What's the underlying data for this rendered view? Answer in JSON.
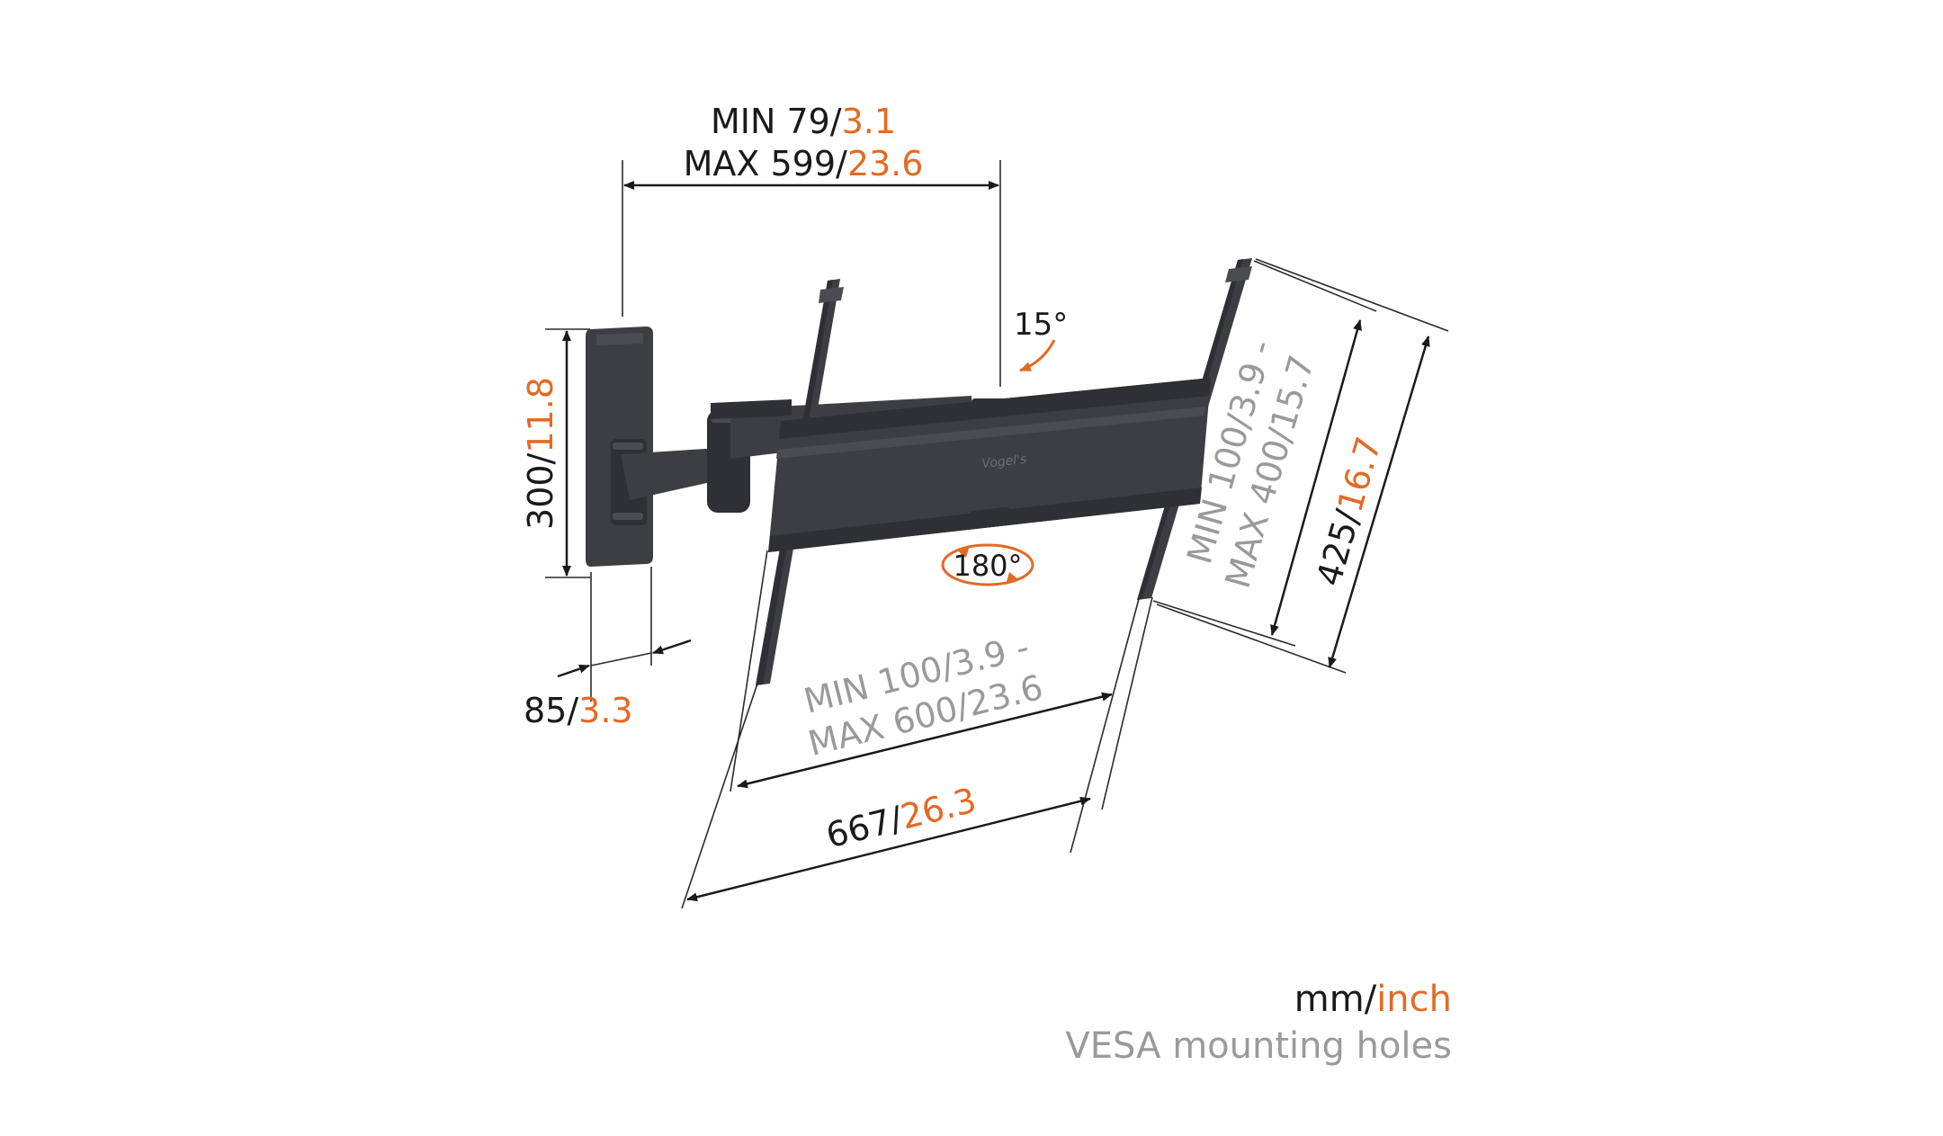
{
  "dimensions": {
    "arm_extension": {
      "line1_prefix": "MIN 79/",
      "line1_inch": "3.1",
      "line2_prefix": "MAX 599/",
      "line2_inch": "23.6"
    },
    "wall_plate_height": {
      "mm": "300/",
      "inch": "11.8"
    },
    "wall_plate_depth": {
      "mm": "85/",
      "inch": "3.3"
    },
    "tilt": {
      "label": "15°"
    },
    "rotation": {
      "label": "180°"
    },
    "vesa_horizontal": {
      "line1_prefix": "MIN 100/",
      "line1_inch": "3.9 -",
      "line2_prefix": "MAX 600/",
      "line2_inch": "23.6"
    },
    "vesa_vertical": {
      "line1_prefix": "MIN 100/",
      "line1_inch": "3.9 -",
      "line2_prefix": "MAX 400/",
      "line2_inch": "15.7"
    },
    "overall_width": {
      "mm": "667/",
      "inch": "26.3"
    },
    "overall_height": {
      "mm": "425/",
      "inch": "16.7"
    }
  },
  "legend": {
    "unit_mm": "mm/",
    "unit_inch": "inch",
    "vesa_note": "VESA mounting holes"
  },
  "colors": {
    "metric": "#1a1a1a",
    "imperial": "#e36a25",
    "vesa_grey": "#9a9a9a",
    "bracket": "#3c3e41"
  }
}
